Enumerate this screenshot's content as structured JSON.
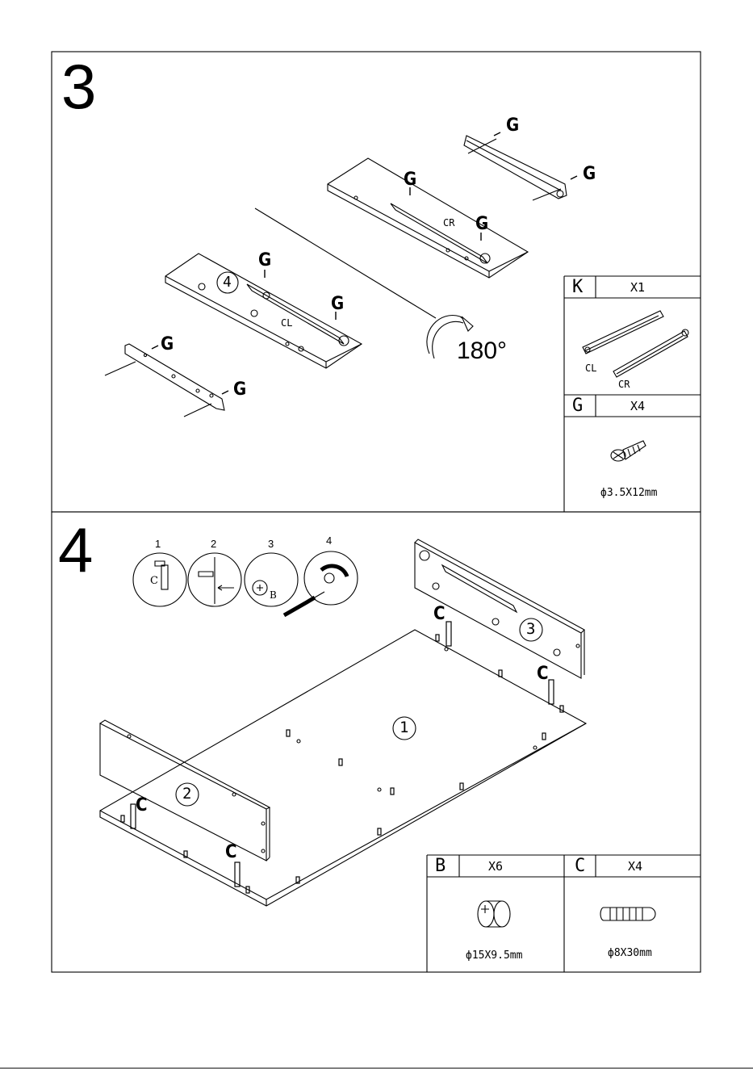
{
  "steps": [
    {
      "number": "3"
    },
    {
      "number": "4"
    }
  ],
  "step3": {
    "g_label": "G",
    "cr_label": "CR",
    "cl_label": "CL",
    "panel_number": "4",
    "rotation": "180°"
  },
  "step4": {
    "sub_steps": [
      "1",
      "2",
      "3",
      "4"
    ],
    "sub_c": "C",
    "sub_b": "B",
    "c_label": "C",
    "panels": [
      "1",
      "2",
      "3"
    ]
  },
  "parts": {
    "K": {
      "letter": "K",
      "count": "X1",
      "cl": "CL",
      "cr": "CR"
    },
    "G": {
      "letter": "G",
      "count": "X4",
      "dim": "ф3.5X12mm"
    },
    "B": {
      "letter": "B",
      "count": "X6",
      "dim": "ф15X9.5mm"
    },
    "C": {
      "letter": "C",
      "count": "X4",
      "dim": "ф8X30mm"
    }
  }
}
